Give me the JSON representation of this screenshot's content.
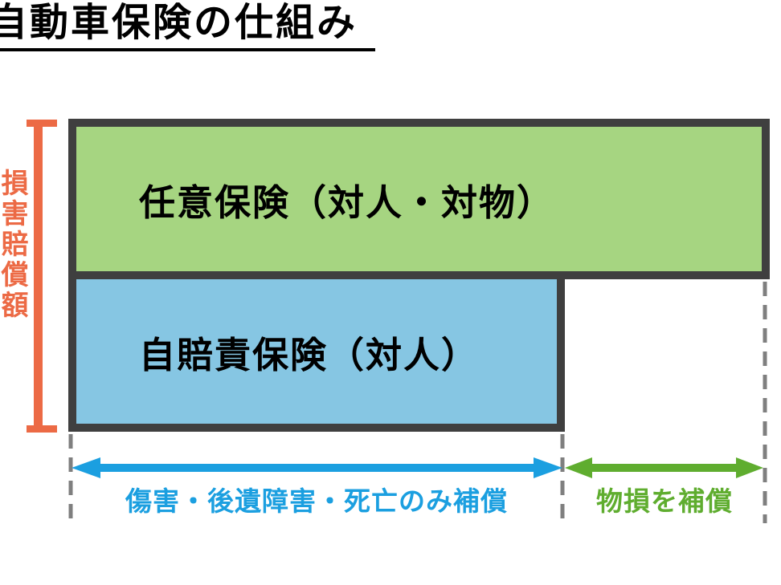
{
  "title": "自動車保険の仕組み",
  "axis_label": "損害賠償額",
  "boxes": [
    {
      "id": "voluntary",
      "label": "任意保険（対人・対物）",
      "fill": "#A6D581",
      "border": "#3F3F3F"
    },
    {
      "id": "compulsory",
      "label": "自賠責保険（対人）",
      "fill": "#86C6E3",
      "border": "#3F3F3F"
    }
  ],
  "ranges": [
    {
      "id": "personal",
      "label": "傷害・後遺障害・死亡のみ補償",
      "color": "#1B9FE0"
    },
    {
      "id": "property",
      "label": "物損を補償",
      "color": "#5FAD2F"
    }
  ],
  "colors": {
    "bracket": "#EC6A45",
    "dashed_guide": "#7F7F7F",
    "box_border": "#3F3F3F",
    "title_text": "#000000",
    "background": "#FFFFFF"
  }
}
